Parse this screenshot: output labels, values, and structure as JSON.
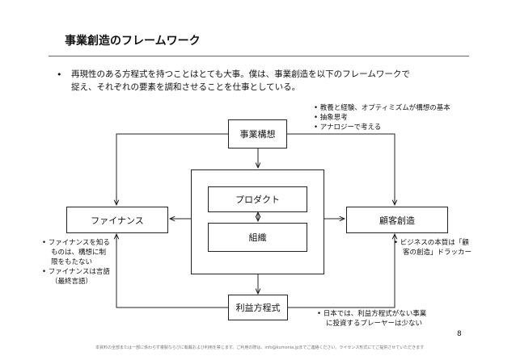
{
  "slide": {
    "title": "事業創造のフレームワーク",
    "bullet": "•",
    "intro_line1": "再現性のある方程式を持つことはとても大事。僕は、事業創造を以下のフレームワークで",
    "intro_line2": "捉え、それぞれの要素を調和させることを仕事としている。",
    "page_number": "8",
    "footer": "本資料の全部または一部に係わらず複製ならびに転載および利用を禁じます。ご利用の際は、info@kumonia.jpまでご連絡ください。ライセンス形式にてご提供させていただきます"
  },
  "diagram": {
    "nodes": {
      "concept": "事業構想",
      "product": "プロダクト",
      "organization": "組織",
      "finance": "ファイナンス",
      "customer": "顧客創造",
      "profit": "利益方程式"
    },
    "notes": {
      "concept": [
        "• 教養と経験、オプティミズムが構想の基本",
        "• 抽象思考",
        "• アナロジーで考える"
      ],
      "finance": [
        "• ファイナンスを知る",
        "ものは、構想に制",
        "限をもたない",
        "• ファイナンスは言語",
        "（最終言語）"
      ],
      "customer": [
        "• ビジネスの本質は「顧",
        "客の創造」ドラッカー"
      ],
      "profit": [
        "• 日本では、利益方程式がない事業",
        "に投資するプレーヤーは少ない"
      ]
    }
  }
}
